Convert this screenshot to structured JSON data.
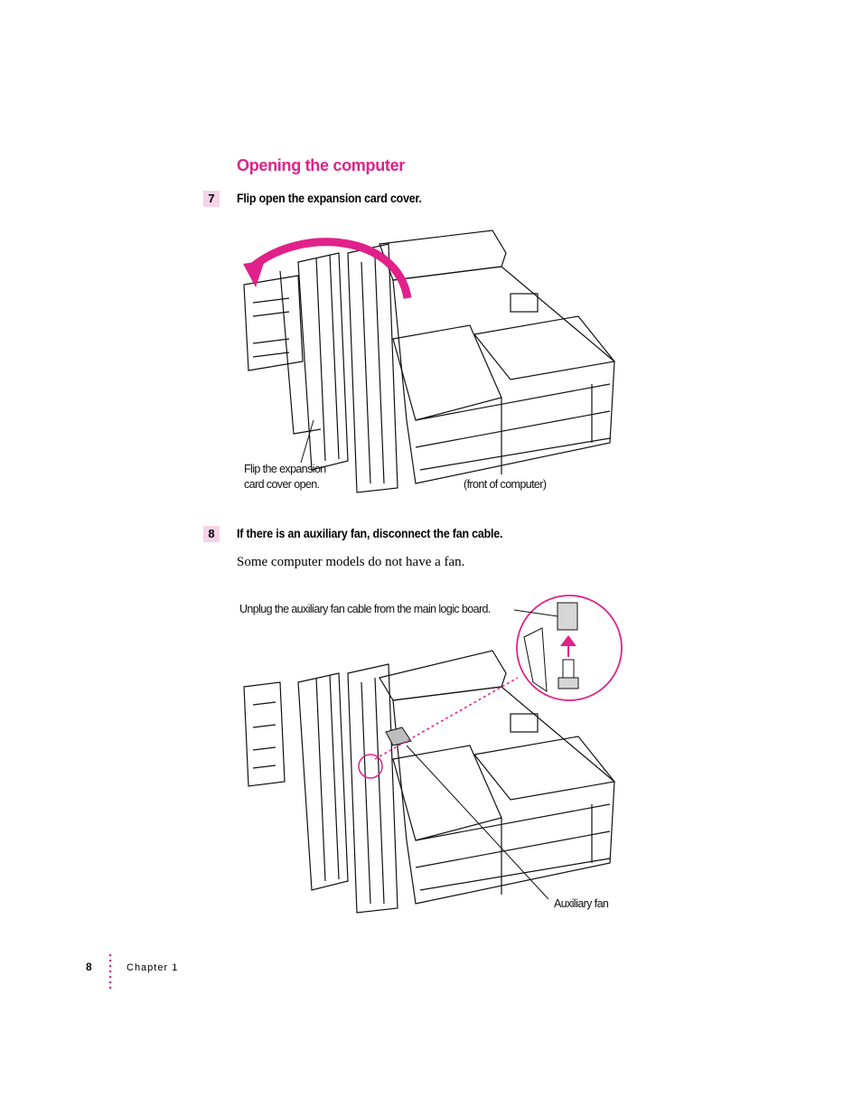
{
  "section": {
    "title": "Opening the computer"
  },
  "steps": [
    {
      "number": "7",
      "text": "Flip open the expansion card cover."
    },
    {
      "number": "8",
      "text": "If there is an auxiliary fan, disconnect the fan cable."
    }
  ],
  "body": {
    "text": "Some computer models do not have a fan."
  },
  "figure1": {
    "callout_line1": "Flip the expansion",
    "callout_line2": "card cover open.",
    "front_label": "(front of computer)"
  },
  "figure2": {
    "callout_top": "Unplug the auxiliary fan cable from the main logic board.",
    "callout_fan": "Auxiliary fan"
  },
  "footer": {
    "page_number": "8",
    "chapter": "Chapter 1"
  },
  "colors": {
    "accent": "#e0218a",
    "step_bg": "#f6d3e5"
  }
}
